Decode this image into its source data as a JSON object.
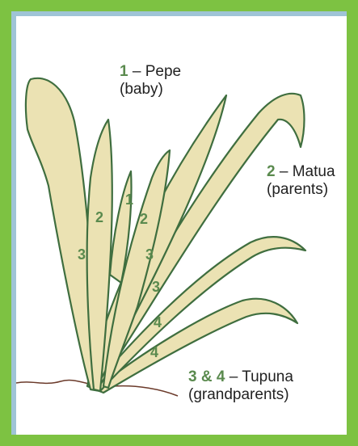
{
  "colors": {
    "frame": "#7dc242",
    "inner_edge": "#9fc4d6",
    "leaf_fill": "#ebe2b3",
    "leaf_outline": "#3f6e3f",
    "number_green": "#5a8a4e",
    "ground": "#6b3a2a"
  },
  "labels": {
    "pepe": {
      "num": "1",
      "text": " – Pepe",
      "sub": "(baby)"
    },
    "matua": {
      "num": "2",
      "text": " – Matua",
      "sub": "(parents)"
    },
    "tupuna": {
      "num": "3 & 4",
      "text": " – Tupuna",
      "sub": "(grandparents)"
    }
  },
  "leaf_numbers": {
    "l1": "1",
    "l2a": "2",
    "l2b": "2",
    "l3a": "3",
    "l3b": "3",
    "l3c": "3",
    "l4a": "4",
    "l4b": "4"
  }
}
